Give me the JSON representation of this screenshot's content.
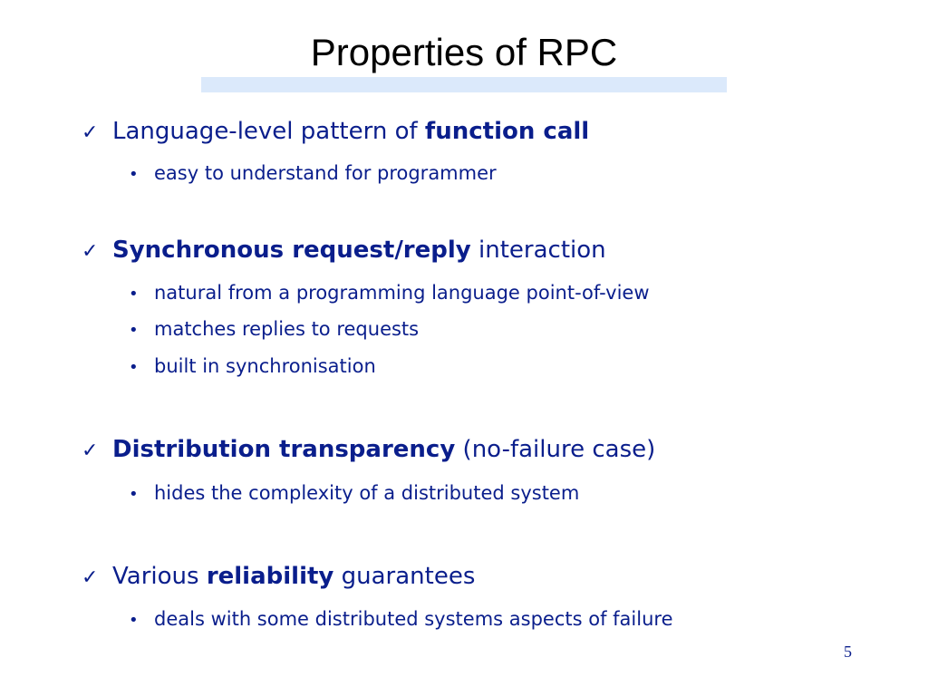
{
  "slide": {
    "title": "Properties of RPC",
    "number": "5",
    "colors": {
      "text": "#0a1e8c",
      "title_bar": "#dbe9fb"
    },
    "points": [
      {
        "icon": "checkmark-icon",
        "pre": "Language-level pattern of ",
        "bold": "function call",
        "post": "",
        "subs": [
          "easy to understand for programmer"
        ]
      },
      {
        "icon": "checkmark-icon",
        "pre": "",
        "bold": "Synchronous request/reply",
        "post": " interaction",
        "subs": [
          "natural from a programming language point-of-view",
          "matches replies to requests",
          "built in synchronisation"
        ]
      },
      {
        "icon": "checkmark-icon",
        "pre": "",
        "bold": "Distribution transparency",
        "post": " (no-failure case)",
        "subs": [
          "hides the complexity of a distributed system"
        ]
      },
      {
        "icon": "checkmark-icon",
        "pre": "Various ",
        "bold": "reliability",
        "post": " guarantees",
        "subs": [
          "deals with some distributed systems aspects of failure"
        ]
      }
    ]
  }
}
